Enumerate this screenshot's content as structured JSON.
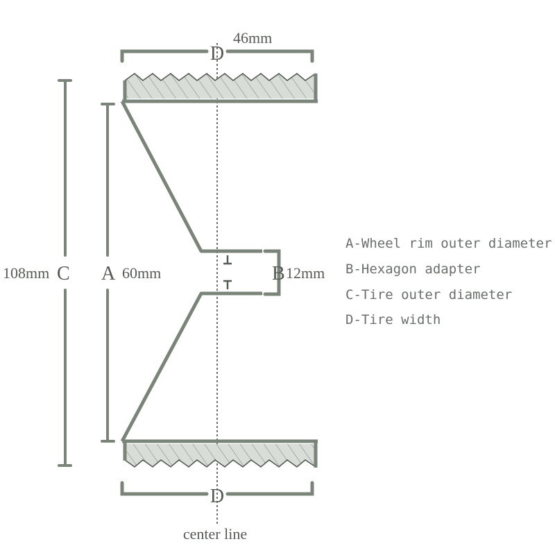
{
  "diagram": {
    "dimensions": {
      "d_width": "46mm",
      "c_diameter": "108mm",
      "a_diameter": "60mm",
      "b_hexagon": "12mm"
    },
    "letters": {
      "a": "A",
      "b": "B",
      "c": "C",
      "d": "D"
    },
    "legend": [
      "A-Wheel rim outer diameter",
      "B-Hexagon adapter",
      "C-Tire outer diameter",
      "D-Tire width"
    ],
    "center_line_label": "center line",
    "colors": {
      "line": "#7a8479",
      "hatch": "#8c948b",
      "tire_fill": "#d9ddd8",
      "text": "#555a55",
      "center_line": "#333333"
    }
  }
}
